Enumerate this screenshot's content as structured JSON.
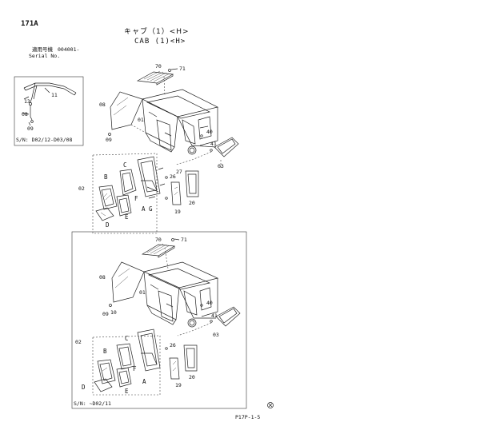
{
  "header": {
    "page_code": "171A",
    "title_jp": "キャブ（1）<H>",
    "title_en": "CAB (1)<H>",
    "serial_label_jp": "適用号機",
    "serial_value": "004001-",
    "serial_label_en": "Serial No."
  },
  "inset": {
    "labels": {
      "l13": "13",
      "l11": "11",
      "l08": "08",
      "l09": "09"
    },
    "serial_range": "S/N: D02/12-D03/08"
  },
  "upper": {
    "labels": {
      "l70": "70",
      "l71": "71",
      "l08": "08",
      "l01": "01",
      "l09": "09",
      "l40": "40",
      "l41": "41",
      "l03": "03",
      "l27": "27",
      "l26": "26",
      "l02": "02",
      "lC": "C",
      "lB": "B",
      "lF": "F",
      "lA": "A",
      "lG": "G",
      "lE": "E",
      "lD": "D",
      "l19": "19",
      "l20": "20"
    }
  },
  "lower": {
    "labels": {
      "l70": "70",
      "l71": "71",
      "l08": "08",
      "l01": "01",
      "l09": "09",
      "l10": "10",
      "l40": "40",
      "l41": "41",
      "l03": "03",
      "l26": "26",
      "l02": "02",
      "lC": "C",
      "lB": "B",
      "lF": "F",
      "lA": "A",
      "lD": "D",
      "lE": "E",
      "l19": "19",
      "l20": "20"
    },
    "serial_range": "S/N: ~D02/11"
  },
  "footer": {
    "page_ref": "P17P-1-5"
  }
}
